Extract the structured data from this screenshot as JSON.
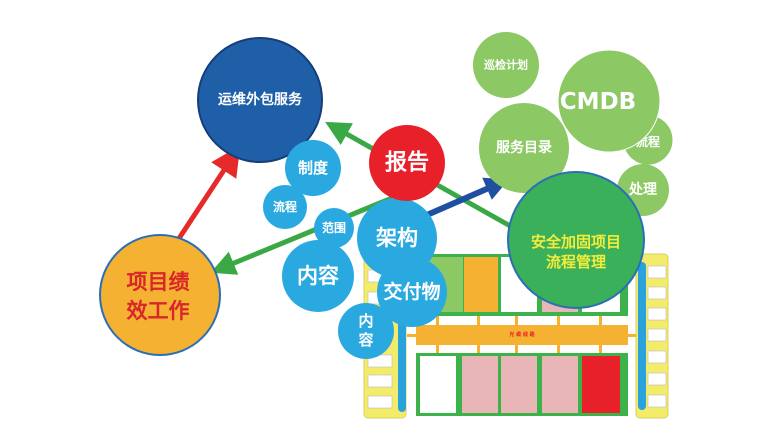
{
  "nodes": {
    "outsourcing": "运维外包服务",
    "performance_line1": "项目绩",
    "performance_line2": "效工作",
    "report": "报告",
    "policy": "制度",
    "process_blue": "流程",
    "scope": "范围",
    "architecture": "架构",
    "content_large": "内容",
    "deliverables": "交付物",
    "content_small_line1": "内",
    "content_small_line2": "容",
    "inspection_plan": "巡检计划",
    "cmdb": "CMDB",
    "service_catalog": "服务目录",
    "process_green": "流程",
    "handling": "处理",
    "security_line1": "安全加固项目",
    "security_line2": "流程管理"
  },
  "network_diagram": {
    "backbone_label": "光 缆 线 路"
  },
  "colors": {
    "dark_blue": "#1f5fa8",
    "orange": "#f5b132",
    "red": "#e8202a",
    "light_blue": "#29a9df",
    "light_green": "#8cc864",
    "green": "#3bb05a"
  }
}
